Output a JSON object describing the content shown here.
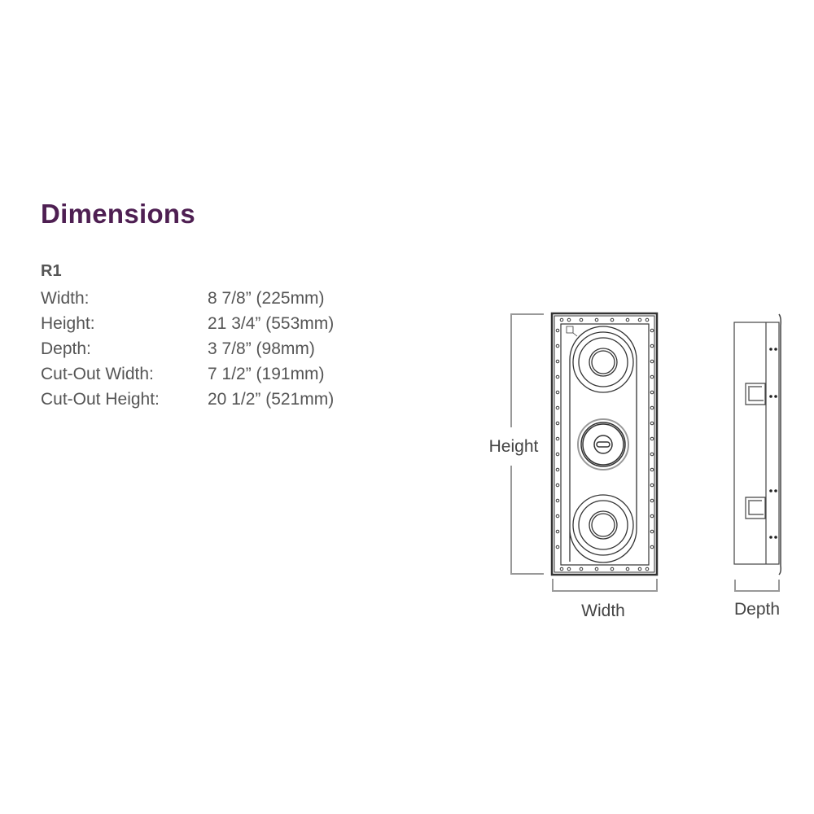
{
  "heading": "Dimensions",
  "model": "R1",
  "specs": [
    {
      "label": "Width:",
      "value": "8 7/8” (225mm)"
    },
    {
      "label": "Height:",
      "value": "21 3/4” (553mm)"
    },
    {
      "label": "Depth:",
      "value": "3 7/8” (98mm)"
    },
    {
      "label": "Cut-Out Width:",
      "value": "7 1/2” (191mm)"
    },
    {
      "label": "Cut-Out Height:",
      "value": "20 1/2” (521mm)"
    }
  ],
  "diagram": {
    "height_label": "Height",
    "width_label": "Width",
    "depth_label": "Depth"
  },
  "colors": {
    "heading": "#4e1f52",
    "text": "#555555",
    "line": "#333333",
    "bracket": "#888888"
  }
}
